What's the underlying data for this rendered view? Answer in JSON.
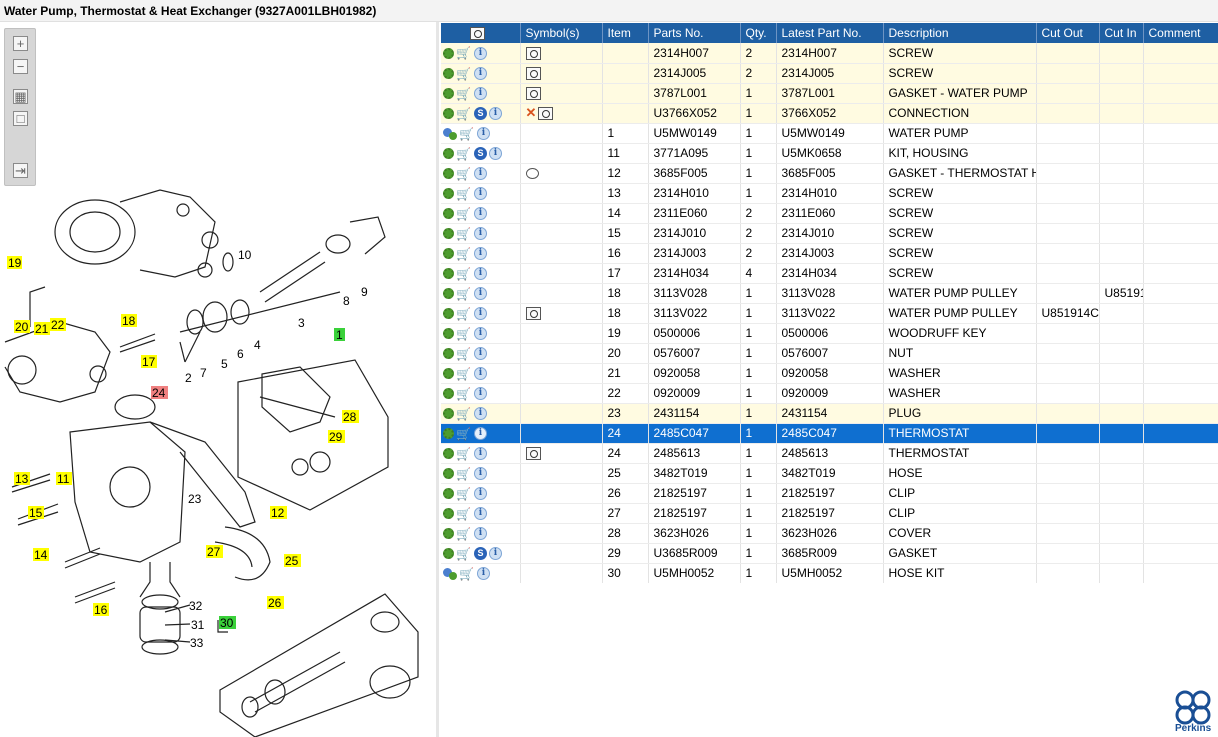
{
  "window": {
    "title": "Water Pump, Thermostat & Heat Exchanger (9327A001LBH01982)"
  },
  "toolbar": {
    "zoom_in": "+",
    "zoom_out": "−",
    "fit": "▦",
    "actual": "□",
    "export": "⇥"
  },
  "diagram": {
    "callouts_yellow": [
      "19",
      "20",
      "21",
      "22",
      "18",
      "17",
      "28",
      "29",
      "13",
      "11",
      "15",
      "14",
      "16",
      "12",
      "25",
      "26",
      "27"
    ],
    "callouts_red": [
      "24"
    ],
    "callouts_green": [
      "1",
      "30"
    ],
    "plain_labels": [
      "10",
      "8",
      "9",
      "3",
      "2",
      "7",
      "5",
      "6",
      "4",
      "23",
      "32",
      "31",
      "33"
    ]
  },
  "grid": {
    "columns": [
      "",
      "Symbol(s)",
      "Item",
      "Parts No.",
      "Qty.",
      "Latest Part No.",
      "Description",
      "Cut Out",
      "Cut In",
      "Comment"
    ],
    "rows": [
      {
        "icons": "gci",
        "sym": "mag",
        "item": "",
        "part": "2314H007",
        "qty": "2",
        "latest": "2314H007",
        "desc": "SCREW",
        "cutout": "",
        "cutin": "",
        "comment": "",
        "hl": true
      },
      {
        "icons": "gci",
        "sym": "mag",
        "item": "",
        "part": "2314J005",
        "qty": "2",
        "latest": "2314J005",
        "desc": "SCREW",
        "cutout": "",
        "cutin": "",
        "comment": "",
        "hl": true
      },
      {
        "icons": "gci",
        "sym": "mag",
        "item": "",
        "part": "3787L001",
        "qty": "1",
        "latest": "3787L001",
        "desc": "GASKET - WATER PUMP",
        "cutout": "",
        "cutin": "",
        "comment": "",
        "hl": true
      },
      {
        "icons": "gcsi",
        "sym": "xmag",
        "item": "",
        "part": "U3766X052",
        "qty": "1",
        "latest": "3766X052",
        "desc": "CONNECTION",
        "cutout": "",
        "cutin": "",
        "comment": "",
        "hl": true
      },
      {
        "icons": "Gci",
        "sym": "",
        "item": "1",
        "part": "U5MW0149",
        "qty": "1",
        "latest": "U5MW0149",
        "desc": "WATER PUMP",
        "cutout": "",
        "cutin": "",
        "comment": ""
      },
      {
        "icons": "gcsi",
        "sym": "",
        "item": "11",
        "part": "3771A095",
        "qty": "1",
        "latest": "U5MK0658",
        "desc": "KIT, HOUSING",
        "cutout": "",
        "cutin": "",
        "comment": ""
      },
      {
        "icons": "gci",
        "sym": "bubble",
        "item": "12",
        "part": "3685F005",
        "qty": "1",
        "latest": "3685F005",
        "desc": "GASKET - THERMOSTAT HSG",
        "cutout": "",
        "cutin": "",
        "comment": ""
      },
      {
        "icons": "gci",
        "sym": "",
        "item": "13",
        "part": "2314H010",
        "qty": "1",
        "latest": "2314H010",
        "desc": "SCREW",
        "cutout": "",
        "cutin": "",
        "comment": ""
      },
      {
        "icons": "gci",
        "sym": "",
        "item": "14",
        "part": "2311E060",
        "qty": "2",
        "latest": "2311E060",
        "desc": "SCREW",
        "cutout": "",
        "cutin": "",
        "comment": ""
      },
      {
        "icons": "gci",
        "sym": "",
        "item": "15",
        "part": "2314J010",
        "qty": "2",
        "latest": "2314J010",
        "desc": "SCREW",
        "cutout": "",
        "cutin": "",
        "comment": ""
      },
      {
        "icons": "gci",
        "sym": "",
        "item": "16",
        "part": "2314J003",
        "qty": "2",
        "latest": "2314J003",
        "desc": "SCREW",
        "cutout": "",
        "cutin": "",
        "comment": ""
      },
      {
        "icons": "gci",
        "sym": "",
        "item": "17",
        "part": "2314H034",
        "qty": "4",
        "latest": "2314H034",
        "desc": "SCREW",
        "cutout": "",
        "cutin": "",
        "comment": ""
      },
      {
        "icons": "gci",
        "sym": "",
        "item": "18",
        "part": "3113V028",
        "qty": "1",
        "latest": "3113V028",
        "desc": "WATER PUMP PULLEY",
        "cutout": "",
        "cutin": "U85191",
        "comment": ""
      },
      {
        "icons": "gci",
        "sym": "mag",
        "item": "18",
        "part": "3113V022",
        "qty": "1",
        "latest": "3113V022",
        "desc": "WATER PUMP PULLEY",
        "cutout": "U851914C",
        "cutin": "",
        "comment": ""
      },
      {
        "icons": "gci",
        "sym": "",
        "item": "19",
        "part": "0500006",
        "qty": "1",
        "latest": "0500006",
        "desc": "WOODRUFF KEY",
        "cutout": "",
        "cutin": "",
        "comment": ""
      },
      {
        "icons": "gci",
        "sym": "",
        "item": "20",
        "part": "0576007",
        "qty": "1",
        "latest": "0576007",
        "desc": "NUT",
        "cutout": "",
        "cutin": "",
        "comment": ""
      },
      {
        "icons": "gci",
        "sym": "",
        "item": "21",
        "part": "0920058",
        "qty": "1",
        "latest": "0920058",
        "desc": "WASHER",
        "cutout": "",
        "cutin": "",
        "comment": ""
      },
      {
        "icons": "gci",
        "sym": "",
        "item": "22",
        "part": "0920009",
        "qty": "1",
        "latest": "0920009",
        "desc": "WASHER",
        "cutout": "",
        "cutin": "",
        "comment": ""
      },
      {
        "icons": "gci",
        "sym": "",
        "item": "23",
        "part": "2431154",
        "qty": "1",
        "latest": "2431154",
        "desc": "PLUG",
        "cutout": "",
        "cutin": "",
        "comment": "",
        "hl": true
      },
      {
        "icons": "gci",
        "sym": "",
        "item": "24",
        "part": "2485C047",
        "qty": "1",
        "latest": "2485C047",
        "desc": "THERMOSTAT",
        "cutout": "",
        "cutin": "",
        "comment": "",
        "sel": true
      },
      {
        "icons": "gci",
        "sym": "mag",
        "item": "24",
        "part": "2485613",
        "qty": "1",
        "latest": "2485613",
        "desc": "THERMOSTAT",
        "cutout": "",
        "cutin": "",
        "comment": ""
      },
      {
        "icons": "gci",
        "sym": "",
        "item": "25",
        "part": "3482T019",
        "qty": "1",
        "latest": "3482T019",
        "desc": "HOSE",
        "cutout": "",
        "cutin": "",
        "comment": ""
      },
      {
        "icons": "gci",
        "sym": "",
        "item": "26",
        "part": "21825197",
        "qty": "1",
        "latest": "21825197",
        "desc": "CLIP",
        "cutout": "",
        "cutin": "",
        "comment": ""
      },
      {
        "icons": "gci",
        "sym": "",
        "item": "27",
        "part": "21825197",
        "qty": "1",
        "latest": "21825197",
        "desc": "CLIP",
        "cutout": "",
        "cutin": "",
        "comment": ""
      },
      {
        "icons": "gci",
        "sym": "",
        "item": "28",
        "part": "3623H026",
        "qty": "1",
        "latest": "3623H026",
        "desc": "COVER",
        "cutout": "",
        "cutin": "",
        "comment": ""
      },
      {
        "icons": "gcsi",
        "sym": "",
        "item": "29",
        "part": "U3685R009",
        "qty": "1",
        "latest": "3685R009",
        "desc": "GASKET",
        "cutout": "",
        "cutin": "",
        "comment": ""
      },
      {
        "icons": "Gci",
        "sym": "",
        "item": "30",
        "part": "U5MH0052",
        "qty": "1",
        "latest": "U5MH0052",
        "desc": "HOSE KIT",
        "cutout": "",
        "cutin": "",
        "comment": ""
      }
    ]
  },
  "brand": {
    "name": "Perkins",
    "color": "#1a4f95"
  },
  "colors": {
    "header": "#1e5fa3",
    "selected": "#0f6fd0",
    "highlight": "#fffbe1",
    "callout_yellow": "#ffff00",
    "callout_red": "#f08080",
    "callout_green": "#3ad13a"
  }
}
